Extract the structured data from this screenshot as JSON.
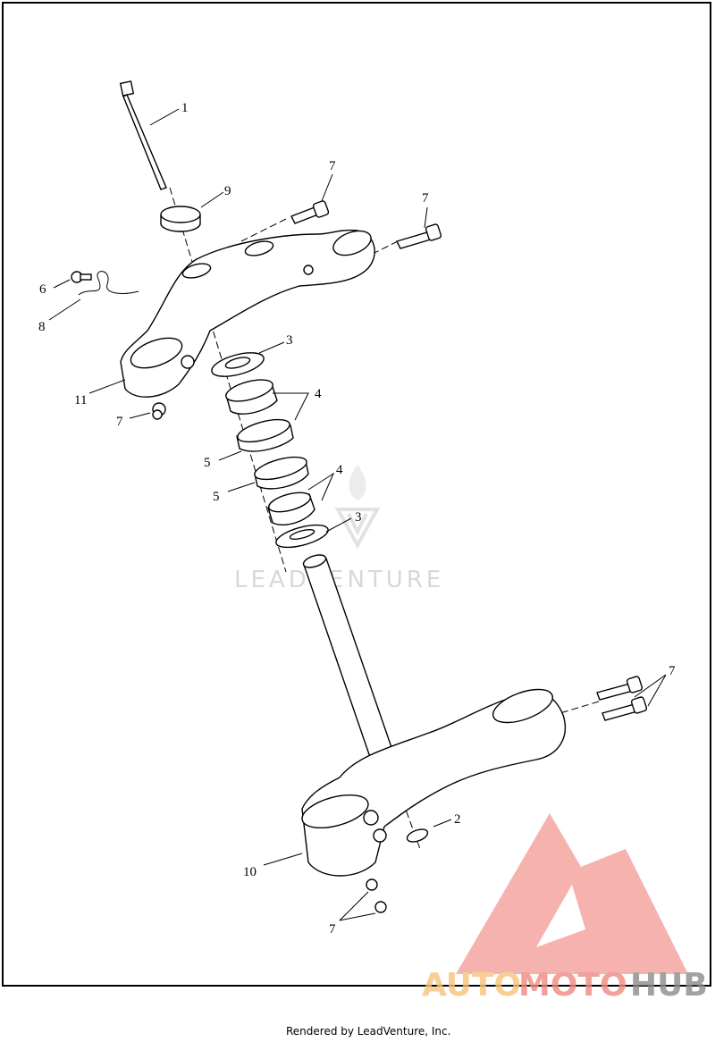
{
  "callouts": [
    "1",
    "9",
    "7",
    "7",
    "6",
    "8",
    "11",
    "7",
    "3",
    "4",
    "5",
    "5",
    "4",
    "3",
    "7",
    "2",
    "10",
    "7"
  ],
  "watermarks": {
    "center": "LEADVENTURE",
    "brand_parts": [
      "AUTO",
      "MOTO",
      "HUB"
    ]
  },
  "colors": {
    "auto": "#f7c27a",
    "moto": "#f08a82",
    "hub": "#8c8c8c",
    "triangle": "#f4a09a"
  },
  "footer": "Rendered by LeadVenture, Inc."
}
